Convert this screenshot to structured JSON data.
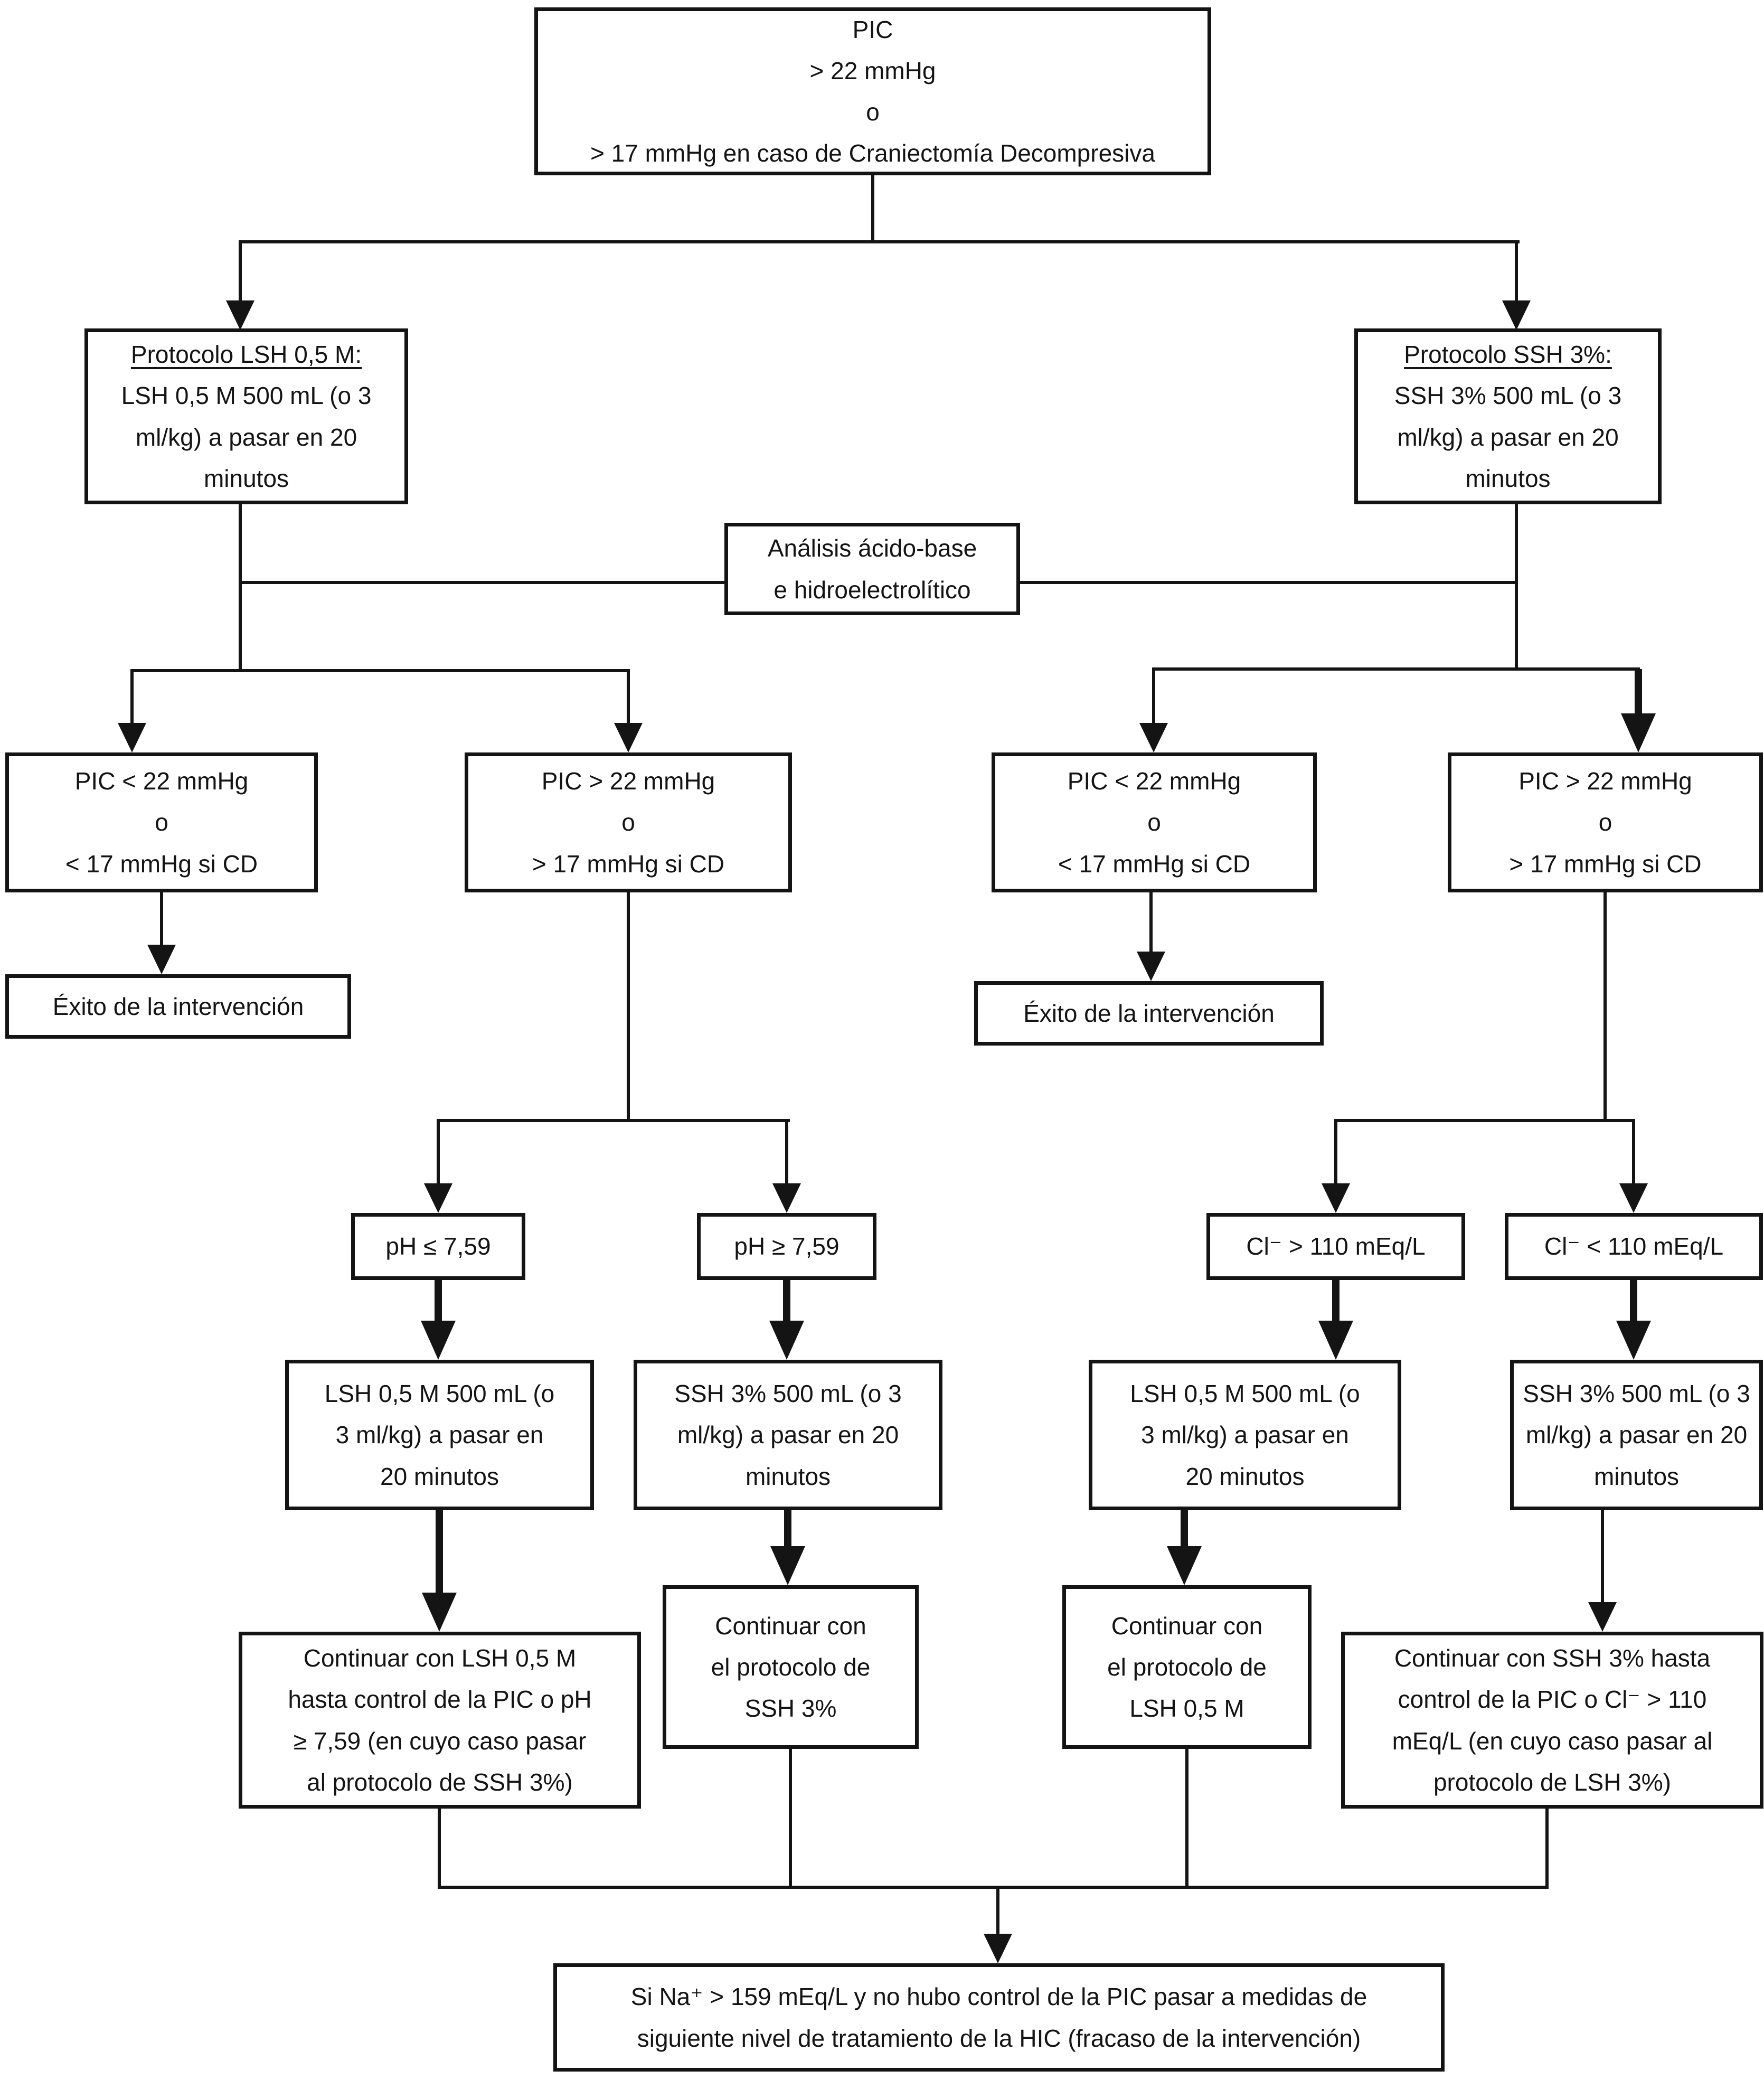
{
  "figure_type": "flowchart",
  "language": "es",
  "colors": {
    "ink": "#141414",
    "background": "#ffffff"
  },
  "boxes": {
    "pic_trigger": {
      "text": "PIC\n> 22 mmHg\no\n> 17 mmHg en caso de Craniectomía Decompresiva"
    },
    "protocol_lsh": {
      "title": "Protocolo LSH 0,5 M:",
      "body": "LSH 0,5 M 500 mL (o 3\nml/kg) a pasar en 20\nminutos"
    },
    "protocol_ssh": {
      "title": "Protocolo SSH 3%:",
      "body": "SSH 3% 500 mL (o 3\nml/kg) a pasar en 20\nminutos"
    },
    "acid_base_analysis": {
      "text": "Análisis ácido-base\ne hidroelectrolítico"
    },
    "lsh_pic_ok": {
      "text": "PIC < 22 mmHg\no\n< 17 mmHg si CD"
    },
    "lsh_pic_high": {
      "text": "PIC > 22 mmHg\no\n> 17 mmHg si CD"
    },
    "ssh_pic_ok": {
      "text": "PIC < 22 mmHg\no\n< 17 mmHg si CD"
    },
    "ssh_pic_high": {
      "text": "PIC > 22 mmHg\no\n> 17 mmHg si CD"
    },
    "lsh_success": {
      "text": "Éxito de la intervención"
    },
    "ssh_success": {
      "text": "Éxito de la intervención"
    },
    "ph_low": {
      "text": "pH ≤ 7,59"
    },
    "ph_high": {
      "text": "pH ≥ 7,59"
    },
    "cl_high": {
      "text": "Cl⁻ > 110 mEq/L"
    },
    "cl_low": {
      "text": "Cl⁻ < 110 mEq/L"
    },
    "lsh_bolus_ph": {
      "text": "LSH 0,5 M 500 mL (o\n3 ml/kg) a pasar en\n20 minutos"
    },
    "ssh_bolus_ph": {
      "text": "SSH 3% 500 mL (o 3\nml/kg) a pasar en 20\nminutos"
    },
    "lsh_bolus_cl": {
      "text": "LSH 0,5 M 500 mL (o\n3 ml/kg) a pasar en\n20 minutos"
    },
    "ssh_bolus_cl": {
      "text": "SSH 3% 500 mL (o 3\nml/kg) a pasar en 20\nminutos"
    },
    "continue_ssh": {
      "text": "Continuar con\nel protocolo de\nSSH 3%"
    },
    "continue_lsh": {
      "text": "Continuar con\nel protocolo de\nLSH 0,5 M"
    },
    "continue_lsh_until": {
      "text": "Continuar con LSH 0,5 M\nhasta control de la PIC o pH\n≥ 7,59 (en cuyo caso pasar\nal protocolo de SSH 3%)"
    },
    "continue_ssh_until": {
      "text": "Continuar con SSH 3% hasta\ncontrol de la PIC o Cl⁻ > 110\nmEq/L (en cuyo caso pasar al\nprotocolo de LSH 3%)"
    },
    "failure": {
      "text": "Si Na⁺ > 159 mEq/L y no hubo control de la PIC pasar a medidas de\nsiguiente nivel de tratamiento de la HIC (fracaso de la intervención)"
    }
  }
}
